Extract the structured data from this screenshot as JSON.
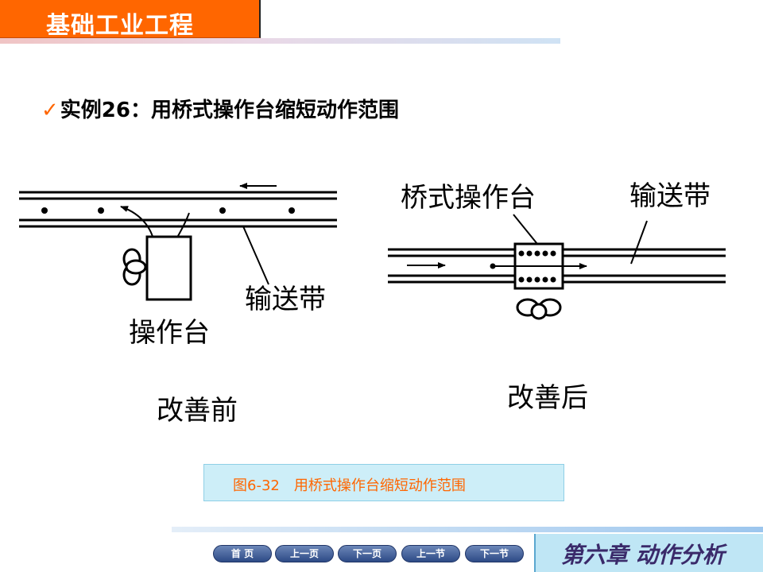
{
  "header": {
    "title": "基础工业工程"
  },
  "slide": {
    "heading": "实例26：用桥式操作台缩短动作范围"
  },
  "diagram": {
    "before": {
      "workbench_label": "操作台",
      "conveyor_label": "输送带",
      "caption": "改善前"
    },
    "after": {
      "bridge_label": "桥式操作台",
      "conveyor_label": "输送带",
      "caption": "改善后"
    }
  },
  "figure_caption": "图6-32　用桥式操作台缩短动作范围",
  "nav": {
    "first": "首 页",
    "prev_page": "上一页",
    "next_page": "下一页",
    "prev_section": "上一节",
    "next_section": "下一节"
  },
  "chapter": "第六章 动作分析",
  "colors": {
    "accent": "#ff6600",
    "caption_bg": "#cdeef8",
    "nav": "#2d4a86"
  }
}
